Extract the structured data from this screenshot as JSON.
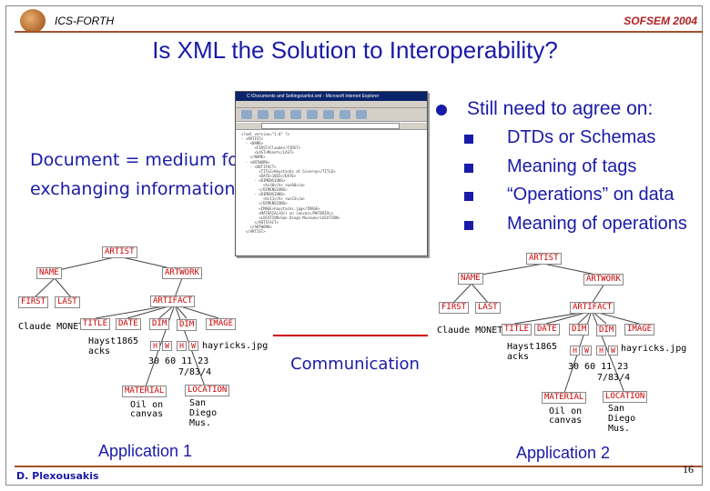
{
  "header": {
    "org": "ICS-FORTH",
    "event": "SOFSEM 2004"
  },
  "title": "Is XML the Solution to Interoperability?",
  "doc_text": {
    "line1": "Document = medium for",
    "line2": "exchanging information"
  },
  "browser": {
    "window_title": "C:\\Documents and Settings\\artist.xml - Microsoft Internet Explorer",
    "lines": [
      "<?xml version=\"1.0\" ?>",
      "- <ARTIST>",
      "  - <NAME>",
      "      <FIRST>Claude</FIRST>",
      "      <LAST>Monet</LAST>",
      "    </NAME>",
      "  - <ARTWORK>",
      "    - <ARTIFACT>",
      "        <TITLE>Haystacks at Giverny</TITLE>",
      "        <DATE>1865</DATE>",
      "      - <DIMENSIONS>",
      "          <h>30</h> <w>60</w>",
      "        </DIMENSIONS>",
      "      - <DIMENSIONS>",
      "          <h>11</h> <w>23</w>",
      "        </DIMENSIONS>",
      "        <IMAGE>haystacks.jpg</IMAGE>",
      "        <MATERIAL>Oil on canvas</MATERIAL>",
      "        <LOCATION>San Diego Museum</LOCATION>",
      "      </ARTIFACT>",
      "    </ARTWORK>",
      "  </ARTIST>"
    ]
  },
  "bullets": {
    "main": "Still need to agree on:",
    "items": [
      "DTDs or Schemas",
      "Meaning of tags",
      "“Operations” on data",
      "Meaning of operations"
    ]
  },
  "tree": {
    "artist": "ARTIST",
    "name": "NAME",
    "artwork": "ARTWORK",
    "first": "FIRST",
    "last": "LAST",
    "artifact": "ARTIFACT",
    "claude_monet": "Claude MONET",
    "title_tag": "TITLE",
    "date_tag": "DATE",
    "dim": "DIM",
    "image": "IMAGE",
    "haystacks_1": "Hayst",
    "haystacks_2": "acks",
    "year": "1865",
    "sub_h": "H",
    "sub_w": "W",
    "file": "hayricks.jpg",
    "dims_1": "30 60 11 23",
    "dims_2": "7/83/4",
    "material": "MATERIAL",
    "location": "LOCATION",
    "material_val_1": "Oil on",
    "material_val_2": "canvas",
    "location_val_1": "San",
    "location_val_2": "Diego",
    "location_val_3": "Mus."
  },
  "communication": "Communication",
  "app1": "Application 1",
  "app2": "Application 2",
  "author": "D. Plexousakis",
  "page_number": "16",
  "colors": {
    "title_blue": "#1a1aa8",
    "tag_red": "#cc0000",
    "rule_brown": "#a0522d"
  }
}
